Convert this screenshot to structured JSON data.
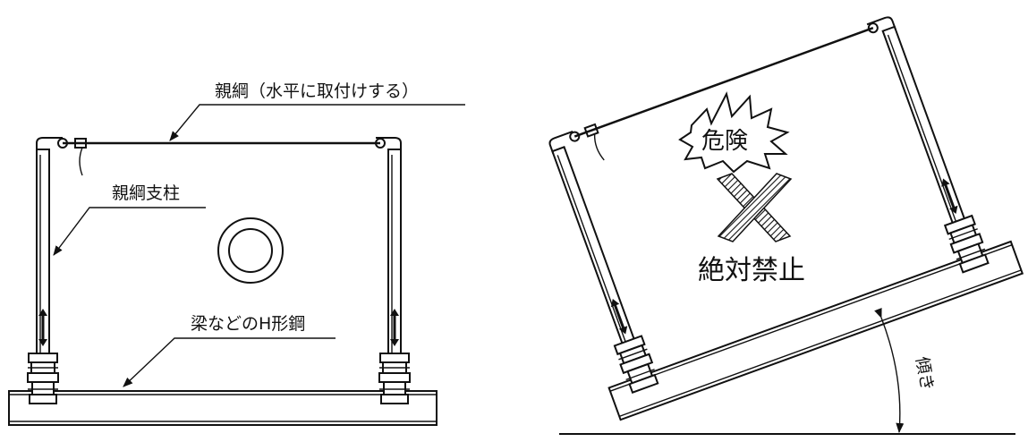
{
  "labels": {
    "lifeline": "親綱（水平に取付けする）",
    "post": "親綱支柱",
    "beam": "梁などのH形鋼",
    "danger": "危険",
    "prohibited": "絶対禁止",
    "tilt": "傾き"
  },
  "symbols": {
    "ok_mark": "double-circle",
    "ng_mark": "cross"
  }
}
